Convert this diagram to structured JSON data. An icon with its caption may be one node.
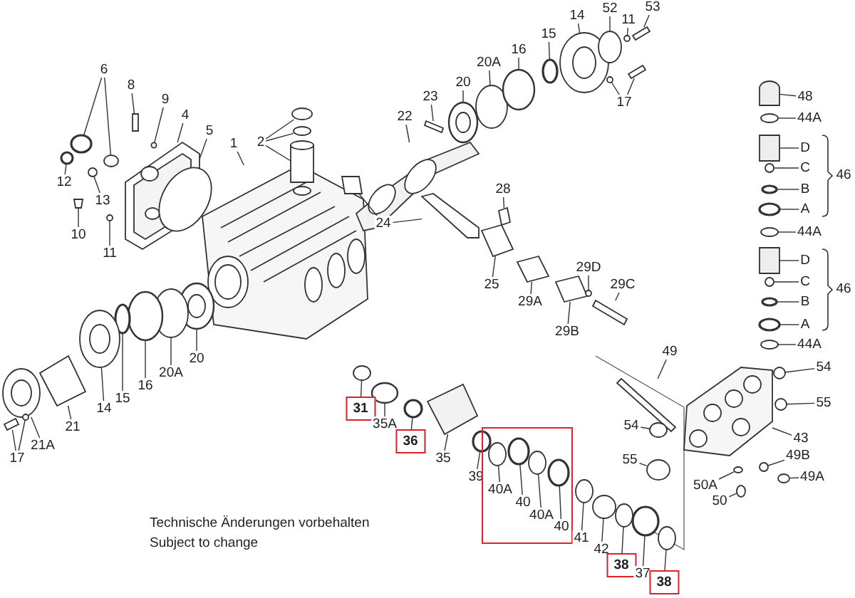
{
  "diagram": {
    "nodes": [
      {
        "text": [
          "6"
        ]
      },
      {
        "text": [
          "8"
        ]
      },
      {
        "text": [
          "9"
        ]
      },
      {
        "text": [
          "4"
        ]
      },
      {
        "text": [
          "5"
        ]
      },
      {
        "text": [
          "1"
        ]
      },
      {
        "text": [
          "2"
        ]
      },
      {
        "text": [
          "12"
        ]
      },
      {
        "text": [
          "13"
        ]
      },
      {
        "text": [
          "10"
        ]
      },
      {
        "text": [
          "11"
        ]
      },
      {
        "text": [
          "22"
        ]
      },
      {
        "text": [
          "23"
        ]
      },
      {
        "text": [
          "20"
        ]
      },
      {
        "text": [
          "20A"
        ]
      },
      {
        "text": [
          "16"
        ]
      },
      {
        "text": [
          "15"
        ]
      },
      {
        "text": [
          "14"
        ]
      },
      {
        "text": [
          "52"
        ]
      },
      {
        "text": [
          "11"
        ]
      },
      {
        "text": [
          "53"
        ]
      },
      {
        "text": [
          "17"
        ]
      },
      {
        "text": [
          "24"
        ]
      },
      {
        "text": [
          "28"
        ]
      },
      {
        "text": [
          "25"
        ]
      },
      {
        "text": [
          "29A"
        ]
      },
      {
        "text": [
          "29B"
        ]
      },
      {
        "text": [
          "29D"
        ]
      },
      {
        "text": [
          "29C"
        ]
      },
      {
        "text": [
          "48"
        ]
      },
      {
        "text": [
          "44A"
        ]
      },
      {
        "text": [
          "D"
        ]
      },
      {
        "text": [
          "C"
        ]
      },
      {
        "text": [
          "B"
        ]
      },
      {
        "text": [
          "A"
        ]
      },
      {
        "text": [
          "44A"
        ]
      },
      {
        "text": [
          "D"
        ]
      },
      {
        "text": [
          "C"
        ]
      },
      {
        "text": [
          "B"
        ]
      },
      {
        "text": [
          "A"
        ]
      },
      {
        "text": [
          "44A"
        ]
      },
      {
        "text": [
          "54"
        ]
      },
      {
        "text": [
          "55"
        ]
      },
      {
        "text": [
          "43"
        ]
      },
      {
        "text": [
          "49"
        ]
      },
      {
        "text": [
          "54"
        ]
      },
      {
        "text": [
          "55"
        ]
      },
      {
        "text": [
          "49B"
        ]
      },
      {
        "text": [
          "49A"
        ]
      },
      {
        "text": [
          "50A"
        ]
      },
      {
        "text": [
          "50"
        ]
      },
      {
        "text": [
          "20"
        ]
      },
      {
        "text": [
          "20A"
        ]
      },
      {
        "text": [
          "16"
        ]
      },
      {
        "text": [
          "15"
        ]
      },
      {
        "text": [
          "14"
        ]
      },
      {
        "text": [
          "21"
        ]
      },
      {
        "text": [
          "21A"
        ]
      },
      {
        "text": [
          "17"
        ]
      },
      {
        "text": [
          "31"
        ]
      },
      {
        "text": [
          "35A"
        ]
      },
      {
        "text": [
          "36"
        ]
      },
      {
        "text": [
          "35"
        ]
      },
      {
        "text": [
          "39"
        ]
      },
      {
        "text": [],
        "shape": "box"
      },
      {
        "text": [
          "40A"
        ],
        "in": 64
      },
      {
        "text": [
          "40"
        ],
        "in": 64
      },
      {
        "text": [
          "40A"
        ],
        "in": 64
      },
      {
        "text": [
          "40"
        ],
        "in": 64
      },
      {
        "text": [
          "41"
        ]
      },
      {
        "text": [
          "42"
        ]
      },
      {
        "text": [
          "38"
        ]
      },
      {
        "text": [
          "37"
        ]
      },
      {
        "text": [
          "38"
        ]
      },
      {
        "text": [],
        "shape": "circle"
      },
      {
        "text": [],
        "shape": "circle"
      },
      {
        "text": [],
        "shape": "bar"
      },
      {
        "text": [],
        "shape": "circle"
      },
      {
        "text": [],
        "shape": "picture"
      },
      {
        "text": [],
        "shape": "circle"
      },
      {
        "text": [],
        "shape": "picture"
      },
      {
        "text": [],
        "shape": "circle"
      },
      {
        "text": [],
        "shape": "circle"
      },
      {
        "text": [],
        "shape": "cylinder"
      },
      {
        "text": [],
        "shape": "circle"
      },
      {
        "text": [],
        "shape": "circle"
      },
      {
        "text": [],
        "shape": "box"
      },
      {
        "text": [],
        "shape": "circle"
      },
      {
        "text": [],
        "shape": "picture"
      },
      {
        "text": [],
        "shape": "bar"
      },
      {
        "text": [],
        "shape": "picture"
      },
      {
        "text": [],
        "shape": "circle"
      },
      {
        "text": [],
        "shape": "circle"
      },
      {
        "text": [],
        "shape": "circle"
      },
      {
        "text": [],
        "shape": "picture"
      },
      {
        "text": [],
        "shape": "circle"
      },
      {
        "text": [],
        "shape": "circle"
      },
      {
        "text": [],
        "shape": "bar"
      },
      {
        "text": [],
        "shape": "circle"
      },
      {
        "text": [],
        "shape": "bar"
      },
      {
        "text": [],
        "shape": "box"
      },
      {
        "text": [],
        "shape": "bar"
      },
      {
        "text": [],
        "shape": "bar"
      },
      {
        "text": [],
        "shape": "box"
      },
      {
        "text": [],
        "shape": "box"
      },
      {
        "text": [],
        "shape": "box"
      },
      {
        "text": [],
        "shape": "circle"
      },
      {
        "text": [],
        "shape": "bar"
      },
      {
        "text": [],
        "shape": "box"
      },
      {
        "text": [],
        "shape": "circle"
      },
      {
        "text": [],
        "shape": "box"
      },
      {
        "text": [],
        "shape": "circle"
      },
      {
        "text": [],
        "shape": "circle"
      },
      {
        "text": [],
        "shape": "circle"
      },
      {
        "text": [],
        "shape": "circle"
      },
      {
        "text": [],
        "shape": "box"
      },
      {
        "text": [],
        "shape": "circle"
      },
      {
        "text": [],
        "shape": "circle"
      },
      {
        "text": [],
        "shape": "circle"
      },
      {
        "text": [],
        "shape": "circle"
      },
      {
        "text": [],
        "shape": "circle"
      },
      {
        "text": [],
        "shape": "circle"
      },
      {
        "text": [],
        "shape": "picture"
      },
      {
        "text": [],
        "shape": "bar"
      },
      {
        "text": [],
        "shape": "circle"
      },
      {
        "text": [],
        "shape": "circle"
      },
      {
        "text": [],
        "shape": "circle"
      },
      {
        "text": [],
        "shape": "circle"
      },
      {
        "text": [],
        "shape": "circle"
      },
      {
        "text": [],
        "shape": "circle"
      },
      {
        "text": [],
        "shape": "picture"
      },
      {
        "text": [],
        "shape": "circle"
      },
      {
        "text": [],
        "shape": "circle"
      },
      {
        "text": [],
        "shape": "circle"
      },
      {
        "text": [],
        "shape": "picture"
      },
      {
        "text": [],
        "shape": "box"
      },
      {
        "text": [],
        "shape": "picture"
      },
      {
        "text": [],
        "shape": "bar"
      },
      {
        "text": [],
        "shape": "circle"
      },
      {
        "text": [],
        "shape": "circle"
      },
      {
        "text": [],
        "shape": "circle"
      },
      {
        "text": [],
        "shape": "circle"
      },
      {
        "text": [],
        "shape": "box"
      },
      {
        "text": [],
        "shape": "circle"
      },
      {
        "text": [],
        "shape": "circle",
        "in": 64
      },
      {
        "text": [],
        "shape": "circle",
        "in": 64
      },
      {
        "text": [],
        "shape": "circle",
        "in": 64
      },
      {
        "text": [],
        "shape": "circle",
        "in": 64
      },
      {
        "text": [],
        "shape": "circle"
      },
      {
        "text": [],
        "shape": "circle"
      },
      {
        "text": [],
        "shape": "circle"
      },
      {
        "text": [],
        "shape": "circle"
      },
      {
        "text": [],
        "shape": "circle"
      }
    ],
    "edges": [
      {
        "from": 0,
        "to": 74,
        "arrow": "none"
      },
      {
        "from": 0,
        "to": 75,
        "arrow": "none"
      },
      {
        "from": 1,
        "to": 76,
        "arrow": "none"
      },
      {
        "from": 2,
        "to": 77,
        "arrow": "none"
      },
      {
        "from": 3,
        "to": 78,
        "arrow": "none"
      },
      {
        "from": 4,
        "to": 79,
        "arrow": "none"
      },
      {
        "from": 5,
        "to": 80,
        "arrow": "none"
      },
      {
        "from": 6,
        "to": 81,
        "arrow": "none"
      },
      {
        "from": 6,
        "to": 82,
        "arrow": "none"
      },
      {
        "from": 6,
        "to": 83,
        "arrow": "none"
      },
      {
        "from": 7,
        "to": 84,
        "arrow": "none"
      },
      {
        "from": 8,
        "to": 85,
        "arrow": "none"
      },
      {
        "from": 9,
        "to": 86,
        "arrow": "none"
      },
      {
        "from": 10,
        "to": 87,
        "arrow": "none"
      },
      {
        "from": 11,
        "to": 88,
        "arrow": "none"
      },
      {
        "from": 12,
        "to": 89,
        "arrow": "none"
      },
      {
        "from": 13,
        "to": 90,
        "arrow": "none"
      },
      {
        "from": 14,
        "to": 91,
        "arrow": "none"
      },
      {
        "from": 15,
        "to": 92,
        "arrow": "none"
      },
      {
        "from": 16,
        "to": 93,
        "arrow": "none"
      },
      {
        "from": 17,
        "to": 94,
        "arrow": "none"
      },
      {
        "from": 18,
        "to": 95,
        "arrow": "none"
      },
      {
        "from": 19,
        "to": 96,
        "arrow": "none"
      },
      {
        "from": 20,
        "to": 97,
        "arrow": "none"
      },
      {
        "from": 21,
        "to": 98,
        "arrow": "none"
      },
      {
        "from": 21,
        "to": 99,
        "arrow": "none"
      },
      {
        "from": 22,
        "to": 100,
        "arrow": "none"
      },
      {
        "from": 22,
        "to": 101,
        "arrow": "none"
      },
      {
        "from": 23,
        "to": 102,
        "arrow": "none"
      },
      {
        "from": 24,
        "to": 103,
        "arrow": "none"
      },
      {
        "from": 25,
        "to": 104,
        "arrow": "none"
      },
      {
        "from": 26,
        "to": 105,
        "arrow": "none"
      },
      {
        "from": 27,
        "to": 106,
        "arrow": "none"
      },
      {
        "from": 28,
        "to": 107,
        "arrow": "none"
      },
      {
        "from": 29,
        "to": 108,
        "arrow": "none"
      },
      {
        "from": 30,
        "to": 109,
        "arrow": "none"
      },
      {
        "from": 31,
        "to": 110,
        "arrow": "none"
      },
      {
        "from": 32,
        "to": 111,
        "arrow": "none"
      },
      {
        "from": 33,
        "to": 112,
        "arrow": "none"
      },
      {
        "from": 34,
        "to": 113,
        "arrow": "none"
      },
      {
        "from": 35,
        "to": 114,
        "arrow": "none"
      },
      {
        "from": 36,
        "to": 115,
        "arrow": "none"
      },
      {
        "from": 37,
        "to": 116,
        "arrow": "none"
      },
      {
        "from": 38,
        "to": 117,
        "arrow": "none"
      },
      {
        "from": 39,
        "to": 118,
        "arrow": "none"
      },
      {
        "from": 40,
        "to": 119,
        "arrow": "none"
      },
      {
        "from": 41,
        "to": 120,
        "arrow": "none"
      },
      {
        "from": 42,
        "to": 121,
        "arrow": "none"
      },
      {
        "from": 43,
        "to": 122,
        "arrow": "none"
      },
      {
        "from": 44,
        "to": 123,
        "arrow": "none"
      },
      {
        "from": 45,
        "to": 124,
        "arrow": "none"
      },
      {
        "from": 46,
        "to": 125,
        "arrow": "none"
      },
      {
        "from": 47,
        "to": 126,
        "arrow": "none"
      },
      {
        "from": 48,
        "to": 127,
        "arrow": "none"
      },
      {
        "from": 49,
        "to": 128,
        "arrow": "none"
      },
      {
        "from": 50,
        "to": 129,
        "arrow": "none"
      },
      {
        "from": 51,
        "to": 130,
        "arrow": "none"
      },
      {
        "from": 52,
        "to": 131,
        "arrow": "none"
      },
      {
        "from": 53,
        "to": 132,
        "arrow": "none"
      },
      {
        "from": 54,
        "to": 133,
        "arrow": "none"
      },
      {
        "from": 55,
        "to": 134,
        "arrow": "none"
      },
      {
        "from": 56,
        "to": 135,
        "arrow": "none"
      },
      {
        "from": 57,
        "to": 136,
        "arrow": "none"
      },
      {
        "from": 58,
        "to": 137,
        "arrow": "none"
      },
      {
        "from": 58,
        "to": 138,
        "arrow": "none"
      },
      {
        "from": 59,
        "to": 139,
        "arrow": "none"
      },
      {
        "from": 60,
        "to": 140,
        "arrow": "none"
      },
      {
        "from": 61,
        "to": 141,
        "arrow": "none"
      },
      {
        "from": 62,
        "to": 142,
        "arrow": "none"
      },
      {
        "from": 63,
        "to": 143,
        "arrow": "none"
      },
      {
        "from": 65,
        "to": 144,
        "arrow": "none"
      },
      {
        "from": 66,
        "to": 145,
        "arrow": "none"
      },
      {
        "from": 67,
        "to": 146,
        "arrow": "none"
      },
      {
        "from": 68,
        "to": 147,
        "arrow": "none"
      },
      {
        "from": 69,
        "to": 148,
        "arrow": "none"
      },
      {
        "from": 70,
        "to": 149,
        "arrow": "none"
      },
      {
        "from": 71,
        "to": 150,
        "arrow": "none"
      },
      {
        "from": 72,
        "to": 151,
        "arrow": "none"
      },
      {
        "from": 73,
        "to": 152,
        "arrow": "none"
      }
    ],
    "labels": [
      "46",
      "46",
      "Technische Änderungen vorbehalten",
      "Subject to change"
    ]
  }
}
